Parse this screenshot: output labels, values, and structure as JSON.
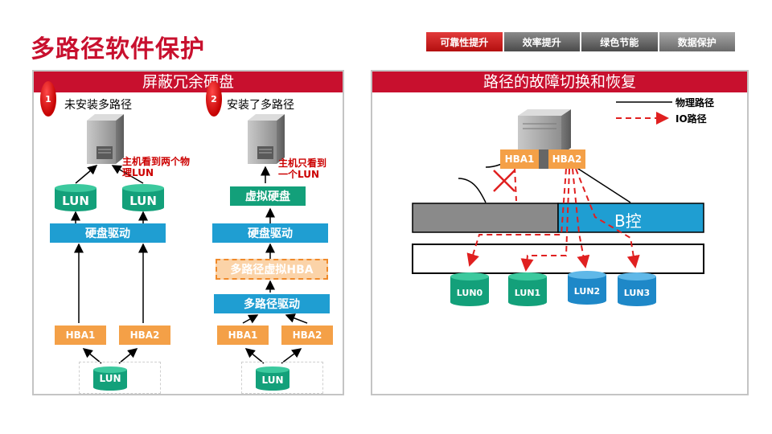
{
  "slide": {
    "title": "多路径软件保护"
  },
  "nav": {
    "tabs": [
      "可靠性提升",
      "效率提升",
      "绿色节能",
      "数据保护"
    ],
    "active_index": 0
  },
  "left_panel": {
    "title": "屏蔽冗余硬盘",
    "case1": {
      "number": "1",
      "title": "未安装多路径",
      "note": [
        "主机看到两个物",
        "理LUN"
      ],
      "lun_left": "LUN",
      "lun_right": "LUN",
      "disk_driver": "硬盘驱动",
      "hba1": "HBA1",
      "hba2": "HBA2",
      "storage_lun": "LUN"
    },
    "case2": {
      "number": "2",
      "title": "安装了多路径",
      "note": [
        "主机只看到",
        "一个LUN"
      ],
      "virtual_disk": "虚拟硬盘",
      "disk_driver": "硬盘驱动",
      "virtual_hba": "多路径虚拟HBA",
      "multipath_driver": "多路径驱动",
      "hba1": "HBA1",
      "hba2": "HBA2",
      "storage_lun": "LUN"
    }
  },
  "right_panel": {
    "title": "路径的故障切换和恢复",
    "legend": {
      "physical": "物理路径",
      "io": "IO路径"
    },
    "hba1": "HBA1",
    "hba2": "HBA2",
    "controller_b": "B控",
    "luns": [
      "LUN0",
      "LUN1",
      "LUN2",
      "LUN3"
    ]
  },
  "colors": {
    "brand_red": "#c8102e",
    "driver_blue": "#1f9ed2",
    "lun_green": "#13a07a",
    "lun_blue": "#1e88c8",
    "hba_orange": "#f4a047",
    "io_path_red": "#e02020"
  },
  "icons": {
    "server": "server-icon",
    "lun": "cylinder-icon",
    "failure": "red-x-icon"
  }
}
